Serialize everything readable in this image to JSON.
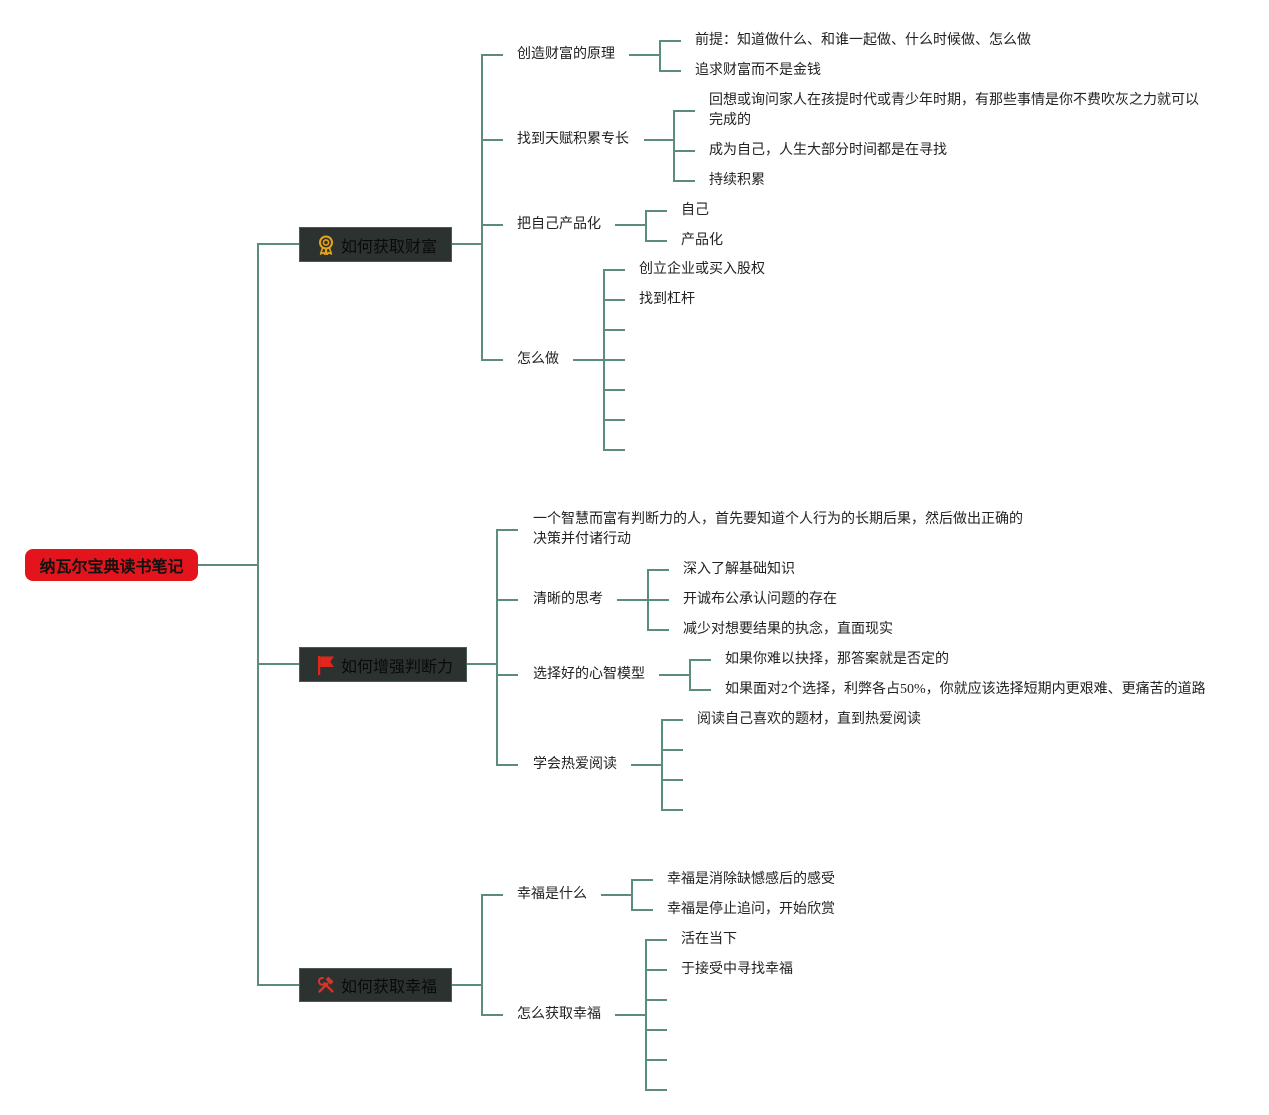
{
  "colors": {
    "central_fill": "#e3141c",
    "main_topic_fill": "#2b3230",
    "main_topic_border": "#4b5a56",
    "main_topic_text": "#0a0a0a",
    "connector": "#5b8c80",
    "text": "#222222",
    "award_icon": "#e8a218",
    "flag_icon": "#e3261c",
    "tools_icon": "#d9342a"
  },
  "central": {
    "label": "纳瓦尔宝典读书笔记"
  },
  "branches": [
    {
      "label": "如何获取财富",
      "icon": "award-icon",
      "children": [
        {
          "label": "创造财富的原理",
          "children": [
            "前提：知道做什么、和谁一起做、什么时候做、怎么做",
            "追求财富而不是金钱"
          ]
        },
        {
          "label": "找到天赋积累专长",
          "children": [
            "回想或询问家人在孩提时代或青少年时期，有那些事情是你不费吹灰之力就可以完成的",
            "成为自己，人生大部分时间都是在寻找",
            "持续积累"
          ]
        },
        {
          "label": "把自己产品化",
          "children": [
            "自己",
            "产品化"
          ]
        },
        {
          "label": "怎么做",
          "children": [
            "创立企业或买入股权",
            "找到杠杆"
          ]
        }
      ]
    },
    {
      "label": "如何增强判断力",
      "icon": "flag-icon",
      "children": [
        {
          "label": "一个智慧而富有判断力的人，首先要知道个人行为的长期后果，然后做出正确的决策并付诸行动",
          "children": []
        },
        {
          "label": "清晰的思考",
          "children": [
            "深入了解基础知识",
            "开诚布公承认问题的存在",
            "减少对想要结果的执念，直面现实"
          ]
        },
        {
          "label": "选择好的心智模型",
          "children": [
            "如果你难以抉择，那答案就是否定的",
            "如果面对2个选择，利弊各占50%，你就应该选择短期内更艰难、更痛苦的道路"
          ]
        },
        {
          "label": "学会热爱阅读",
          "children": [
            "阅读自己喜欢的题材，直到热爱阅读"
          ]
        }
      ]
    },
    {
      "label": "如何获取幸福",
      "icon": "tools-icon",
      "children": [
        {
          "label": "幸福是什么",
          "children": [
            "幸福是消除缺憾感后的感受",
            "幸福是停止追问，开始欣赏"
          ]
        },
        {
          "label": "怎么获取幸福",
          "children": [
            "活在当下",
            "于接受中寻找幸福"
          ]
        }
      ]
    }
  ]
}
